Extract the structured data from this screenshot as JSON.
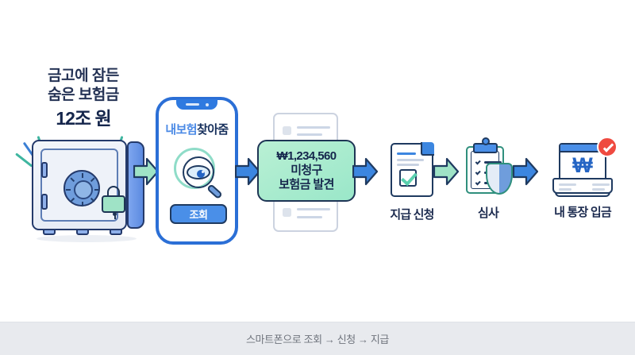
{
  "headline": {
    "line1": "금고에 잠든",
    "line2": "숨은 보험금",
    "line3": "12조 원"
  },
  "phone": {
    "app_title_part1": "내보험",
    "app_title_part2": "찾아줌",
    "button_label": "조회",
    "icon": "magnifier-eye-icon"
  },
  "safe": {
    "icon": "safe-vault-icon",
    "lock_icon": "padlock-icon"
  },
  "callout": {
    "amount": "₩1,234,560",
    "line2": "미청구",
    "line3": "보험금 발견"
  },
  "steps": [
    {
      "label": "지급 신청",
      "icon": "document-check-icon"
    },
    {
      "label": "심사",
      "icon": "clipboard-shield-icon"
    },
    {
      "label": "내 통장 입금",
      "icon": "laptop-won-icon"
    }
  ],
  "arrows": [
    {
      "name": "arrow-safe-to-phone",
      "color": "#9fe3c6"
    },
    {
      "name": "arrow-phone-to-callout",
      "color": "#3c86e0"
    },
    {
      "name": "arrow-callout-to-apply",
      "color": "#3c86e0"
    },
    {
      "name": "arrow-apply-to-review",
      "color": "#9fe3c6"
    },
    {
      "name": "arrow-review-to-deposit",
      "color": "#3c86e0"
    }
  ],
  "laptop": {
    "currency_symbol": "₩"
  },
  "footer": {
    "text": "스마트폰으로 조회 → 신청 → 지급"
  },
  "colors": {
    "navy": "#1b2a4e",
    "blue": "#3c86e0",
    "mint": "#9fe3c6",
    "red": "#ef4a40",
    "footer_bg": "#e8eaee"
  }
}
